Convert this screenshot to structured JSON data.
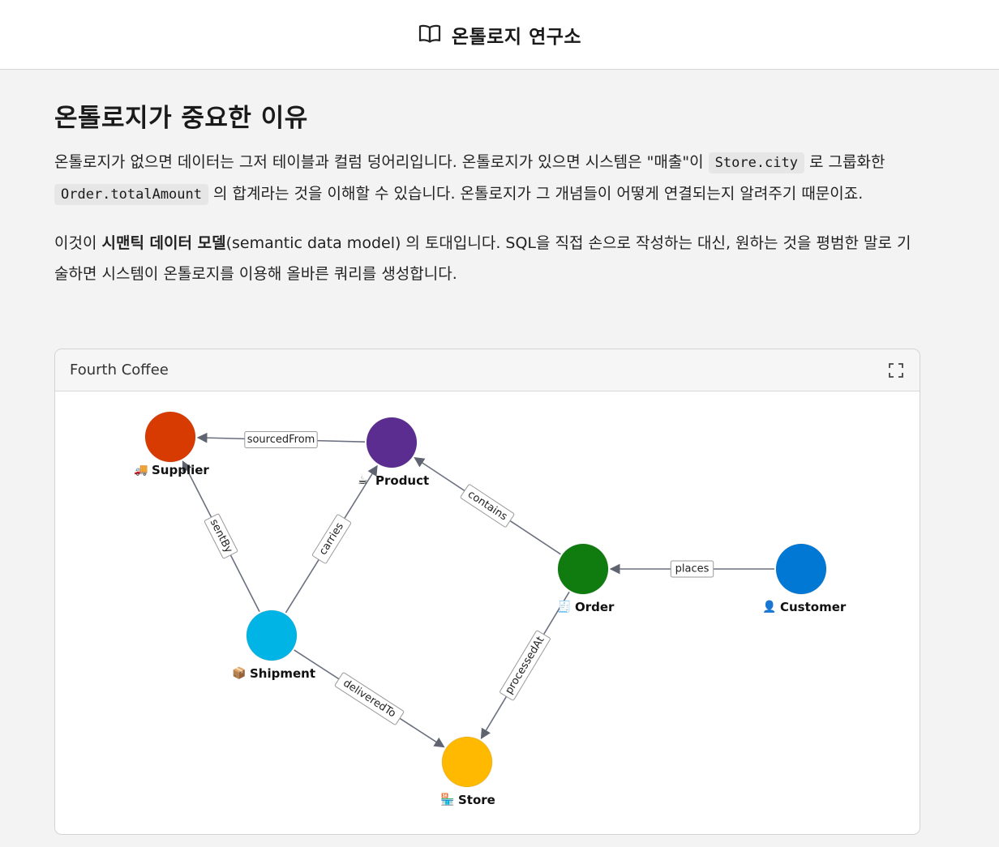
{
  "header": {
    "title": "온톨로지 연구소",
    "icon": "book-icon"
  },
  "section": {
    "heading": "온톨로지가 중요한 이유",
    "para1": {
      "t1": "온톨로지가 없으면 데이터는 그저 테이블과 컬럼 덩어리입니다. 온톨로지가 있으면 시스템은 \"매출\"이 ",
      "code1": "Store.city",
      "t2": " 로 그룹화한 ",
      "code2": "Order.totalAmount",
      "t3": " 의 합계라는 것을 이해할 수 있습니다. 온톨로지가 그 개념들이 어떻게 연결되는지 알려주기 때문이죠."
    },
    "para2": {
      "t1": "이것이 ",
      "bold": "시맨틱 데이터 모델",
      "t2": "(semantic data model) 의 토대입니다. SQL을 직접 손으로 작성하는 대신, 원하는 것을 평범한 말로 기술하면 시스템이 온톨로지를 이용해 올바른 쿼리를 생성합니다."
    }
  },
  "graph_card": {
    "title": "Fourth Coffee",
    "expand_icon": "expand-icon",
    "nodes": [
      {
        "id": "supplier",
        "label": "Supplier",
        "icon": "truck-icon",
        "emoji": "🚚",
        "color": "#d83b01"
      },
      {
        "id": "product",
        "label": "Product",
        "icon": "coffee-icon",
        "emoji": "☕",
        "color": "#5c2d91"
      },
      {
        "id": "order",
        "label": "Order",
        "icon": "receipt-icon",
        "emoji": "🧾",
        "color": "#107c10"
      },
      {
        "id": "customer",
        "label": "Customer",
        "icon": "person-icon",
        "emoji": "👤",
        "color": "#0078d4"
      },
      {
        "id": "shipment",
        "label": "Shipment",
        "icon": "package-icon",
        "emoji": "📦",
        "color": "#00b4e6"
      },
      {
        "id": "store",
        "label": "Store",
        "icon": "shop-icon",
        "emoji": "🏪",
        "color": "#ffb900"
      }
    ],
    "edges": [
      {
        "from": "product",
        "to": "supplier",
        "label": "sourcedFrom"
      },
      {
        "from": "order",
        "to": "product",
        "label": "contains"
      },
      {
        "from": "customer",
        "to": "order",
        "label": "places"
      },
      {
        "from": "shipment",
        "to": "supplier",
        "label": "sentBy"
      },
      {
        "from": "shipment",
        "to": "product",
        "label": "carries"
      },
      {
        "from": "order",
        "to": "store",
        "label": "processedAt"
      },
      {
        "from": "shipment",
        "to": "store",
        "label": "deliveredTo"
      }
    ]
  }
}
